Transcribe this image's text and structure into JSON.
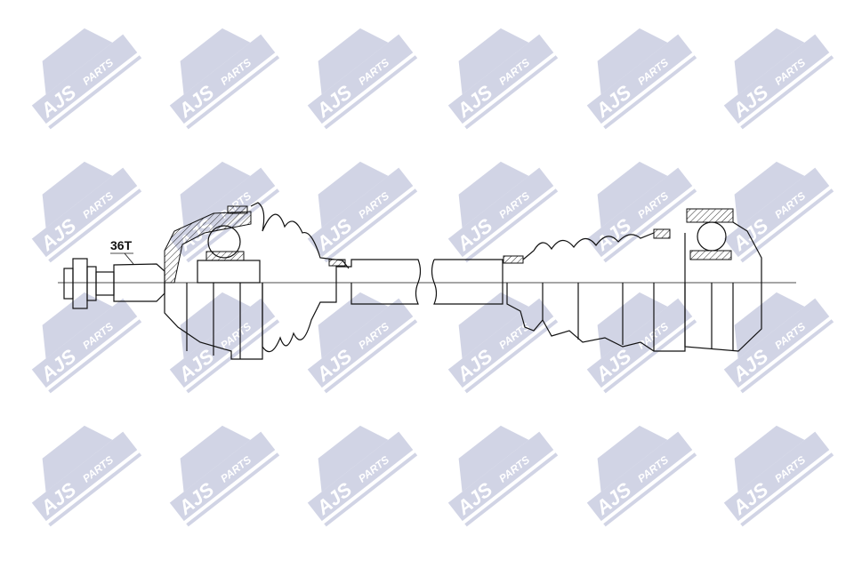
{
  "watermark": {
    "brand": "AJS",
    "sub": "PARTS",
    "color": "#c9cde0",
    "rows": 4,
    "cols": 6
  },
  "drawing": {
    "spline_label": "36T",
    "line_color": "#111111"
  }
}
